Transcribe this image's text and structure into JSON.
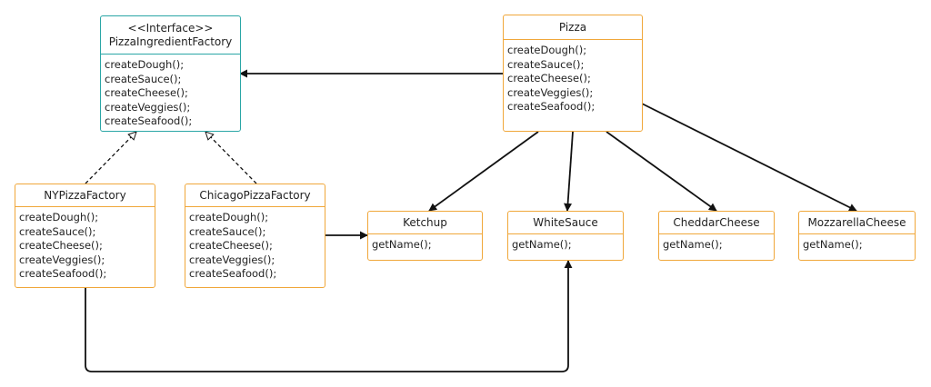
{
  "colors": {
    "class_border": "#f0a73a",
    "interface_border": "#2aa6a6",
    "line": "#111111"
  },
  "classes": {
    "factory": {
      "stereotype": "<<Interface>>",
      "name": "PizzaIngredientFactory",
      "methods": [
        "createDough();",
        "createSauce();",
        "createCheese();",
        "createVeggies();",
        "createSeafood();"
      ]
    },
    "pizza": {
      "name": "Pizza",
      "methods": [
        "createDough();",
        "createSauce();",
        "createCheese();",
        "createVeggies();",
        "createSeafood();"
      ]
    },
    "ny": {
      "name": "NYPizzaFactory",
      "methods": [
        "createDough();",
        "createSauce();",
        "createCheese();",
        "createVeggies();",
        "createSeafood();"
      ]
    },
    "chicago": {
      "name": "ChicagoPizzaFactory",
      "methods": [
        "createDough();",
        "createSauce();",
        "createCheese();",
        "createVeggies();",
        "createSeafood();"
      ]
    },
    "ketchup": {
      "name": "Ketchup",
      "methods": [
        "getName();"
      ]
    },
    "whitesauce": {
      "name": "WhiteSauce",
      "methods": [
        "getName();"
      ]
    },
    "cheddar": {
      "name": "CheddarCheese",
      "methods": [
        "getName();"
      ]
    },
    "mozzarella": {
      "name": "MozzarellaCheese",
      "methods": [
        "getName();"
      ]
    }
  }
}
